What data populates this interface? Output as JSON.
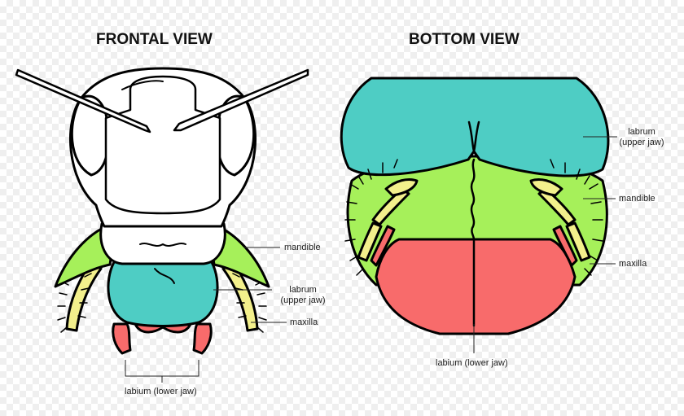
{
  "views": {
    "frontal": {
      "title": "FRONTAL VIEW",
      "labels": {
        "mandible": "mandible",
        "labrum_1": "labrum",
        "labrum_2": "(upper jaw)",
        "maxilla": "maxilla",
        "labium": "labium (lower jaw)"
      }
    },
    "bottom": {
      "title": "BOTTOM VIEW",
      "labels": {
        "labrum_1": "labrum",
        "labrum_2": "(upper jaw)",
        "mandible": "mandible",
        "maxilla": "maxilla",
        "labium": "labium (lower jaw)"
      }
    }
  },
  "colors": {
    "labrum": "#4ecdc4",
    "mandible": "#a6f05a",
    "maxilla_palp": "#f3f08c",
    "labium": "#f86b6b",
    "head": "#ffffff",
    "outline": "#000000"
  }
}
